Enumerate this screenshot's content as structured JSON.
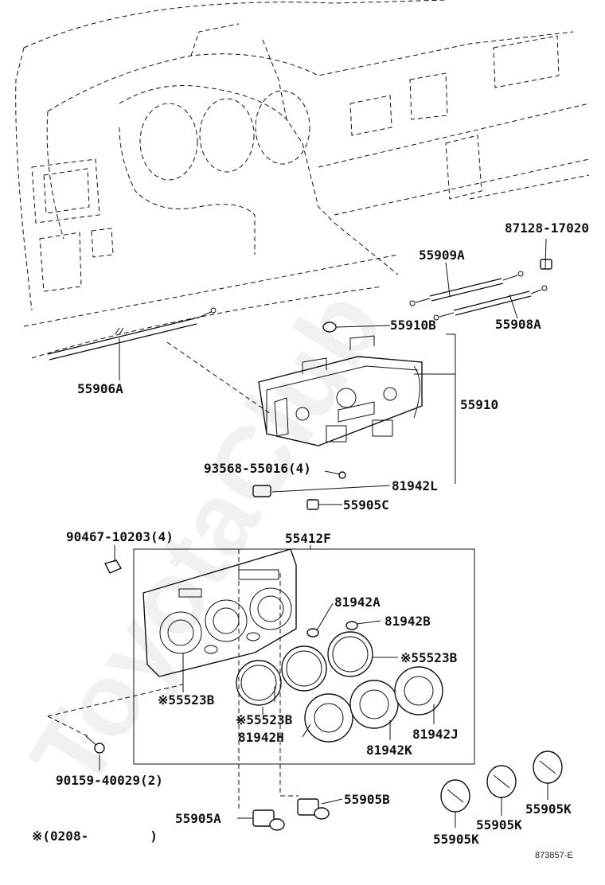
{
  "labels": {
    "p87128": "87128-17020",
    "p55909A": "55909A",
    "p55908A": "55908A",
    "p55910B": "55910B",
    "p55906A": "55906A",
    "p55910": "55910",
    "p93568": "93568-55016(4)",
    "p81942L": "81942L",
    "p55905C": "55905C",
    "p55412F": "55412F",
    "p90467": "90467-10203(4)",
    "p81942A": "81942A",
    "p81942B": "81942B",
    "p55523B_1": "※55523B",
    "p55523B_2": "※55523B",
    "p55523B_3": "※55523B",
    "p81942H": "81942H",
    "p81942K": "81942K",
    "p81942J": "81942J",
    "p90159": "90159-40029(2)",
    "p55905B": "55905B",
    "p55905A": "55905A",
    "p55905K_1": "55905K",
    "p55905K_2": "55905K",
    "p55905K_3": "55905K",
    "note": "※(0208-        )",
    "figure_id": "873857-E"
  },
  "watermark": "ToyotaClub"
}
